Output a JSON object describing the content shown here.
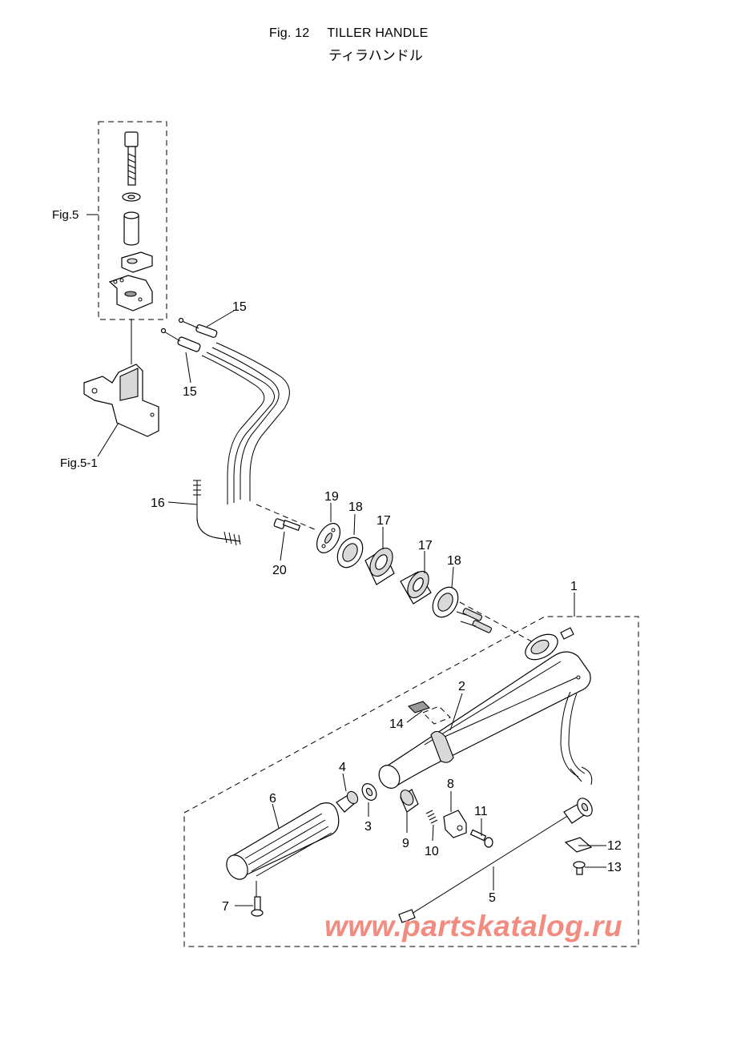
{
  "header": {
    "fig_number": "Fig. 12",
    "title": "TILLER HANDLE",
    "title_jp": "ティラハンドル"
  },
  "references": {
    "fig5": "Fig.5",
    "fig5_1": "Fig.5-1"
  },
  "parts": [
    {
      "id": "part-1",
      "label": "1"
    },
    {
      "id": "part-2",
      "label": "2"
    },
    {
      "id": "part-3",
      "label": "3"
    },
    {
      "id": "part-4",
      "label": "4"
    },
    {
      "id": "part-5",
      "label": "5"
    },
    {
      "id": "part-6",
      "label": "6"
    },
    {
      "id": "part-7",
      "label": "7"
    },
    {
      "id": "part-8",
      "label": "8"
    },
    {
      "id": "part-9",
      "label": "9"
    },
    {
      "id": "part-10",
      "label": "10"
    },
    {
      "id": "part-11",
      "label": "11"
    },
    {
      "id": "part-12",
      "label": "12"
    },
    {
      "id": "part-13",
      "label": "13"
    },
    {
      "id": "part-14",
      "label": "14"
    },
    {
      "id": "part-15a",
      "label": "15"
    },
    {
      "id": "part-15b",
      "label": "15"
    },
    {
      "id": "part-16",
      "label": "16"
    },
    {
      "id": "part-17a",
      "label": "17"
    },
    {
      "id": "part-17b",
      "label": "17"
    },
    {
      "id": "part-18a",
      "label": "18"
    },
    {
      "id": "part-18b",
      "label": "18"
    },
    {
      "id": "part-19",
      "label": "19"
    },
    {
      "id": "part-20",
      "label": "20"
    }
  ],
  "watermark": "www.partskatalog.ru"
}
